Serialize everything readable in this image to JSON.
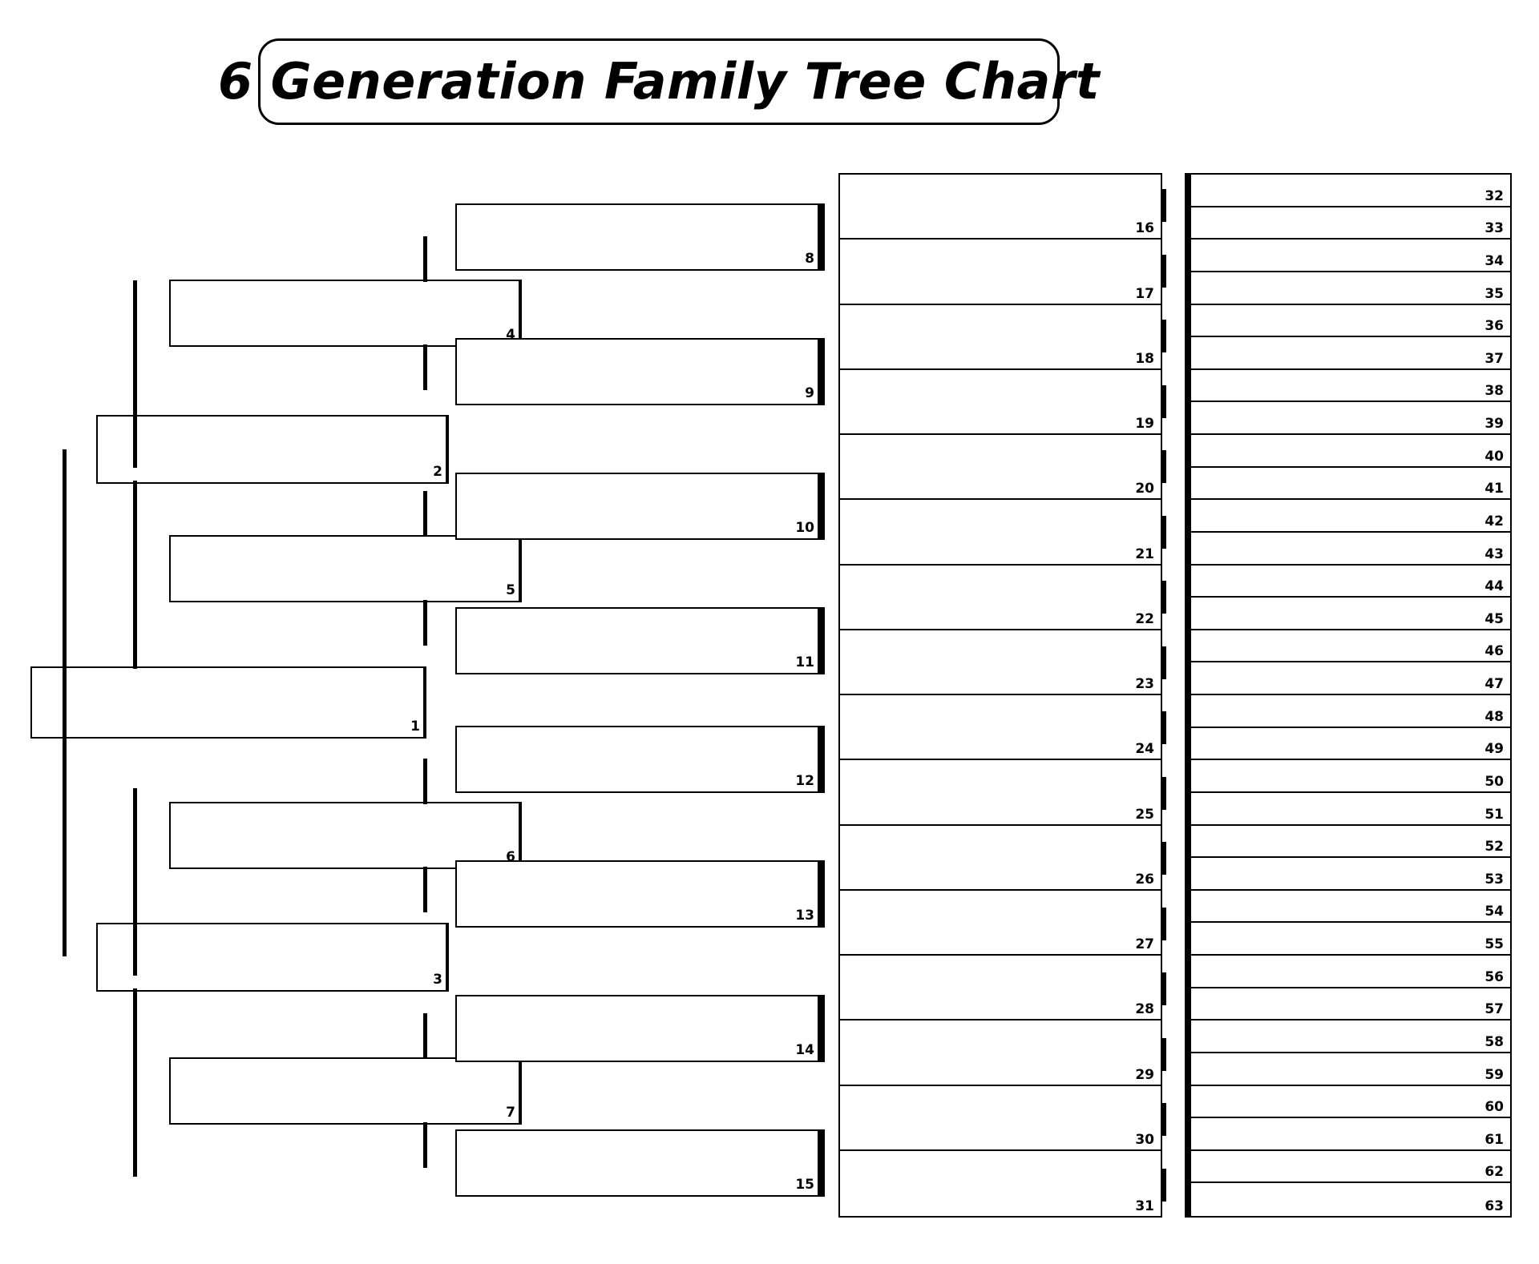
{
  "title": "6 Generation Family Tree Chart",
  "chart_data": {
    "type": "diagram",
    "diagram_kind": "ahnentafel-pedigree-chart",
    "generations": 6,
    "title": "6 Generation Family Tree Chart",
    "note": "Blank fill-in pedigree chart. Every box is empty; only the ahnentafel index number is printed in the lower-right corner of each box.",
    "boxes_per_generation": [
      1,
      2,
      4,
      8,
      16,
      32
    ],
    "generation_1": {
      "numbers": [
        "1"
      ]
    },
    "generation_2": {
      "numbers": [
        "2",
        "3"
      ]
    },
    "generation_3": {
      "numbers": [
        "4",
        "5",
        "6",
        "7"
      ]
    },
    "generation_4": {
      "numbers": [
        "8",
        "9",
        "10",
        "11",
        "12",
        "13",
        "14",
        "15"
      ]
    },
    "generation_5": {
      "numbers": [
        "16",
        "17",
        "18",
        "19",
        "20",
        "21",
        "22",
        "23",
        "24",
        "25",
        "26",
        "27",
        "28",
        "29",
        "30",
        "31"
      ]
    },
    "generation_6": {
      "numbers": [
        "32",
        "33",
        "34",
        "35",
        "36",
        "37",
        "38",
        "39",
        "40",
        "41",
        "42",
        "43",
        "44",
        "45",
        "46",
        "47",
        "48",
        "49",
        "50",
        "51",
        "52",
        "53",
        "54",
        "55",
        "56",
        "57",
        "58",
        "59",
        "60",
        "61",
        "62",
        "63"
      ]
    },
    "colors": {
      "ink": "#000000",
      "paper": "#ffffff"
    }
  },
  "gen5_labels": [
    "16",
    "17",
    "18",
    "19",
    "20",
    "21",
    "22",
    "23",
    "24",
    "25",
    "26",
    "27",
    "28",
    "29",
    "30",
    "31"
  ],
  "gen6_labels": [
    "32",
    "33",
    "34",
    "35",
    "36",
    "37",
    "38",
    "39",
    "40",
    "41",
    "42",
    "43",
    "44",
    "45",
    "46",
    "47",
    "48",
    "49",
    "50",
    "51",
    "52",
    "53",
    "54",
    "55",
    "56",
    "57",
    "58",
    "59",
    "60",
    "61",
    "62",
    "63"
  ],
  "boxes": {
    "b1": "1",
    "b2": "2",
    "b3": "3",
    "b4": "4",
    "b5": "5",
    "b6": "6",
    "b7": "7",
    "b8": "8",
    "b9": "9",
    "b10": "10",
    "b11": "11",
    "b12": "12",
    "b13": "13",
    "b14": "14",
    "b15": "15"
  }
}
